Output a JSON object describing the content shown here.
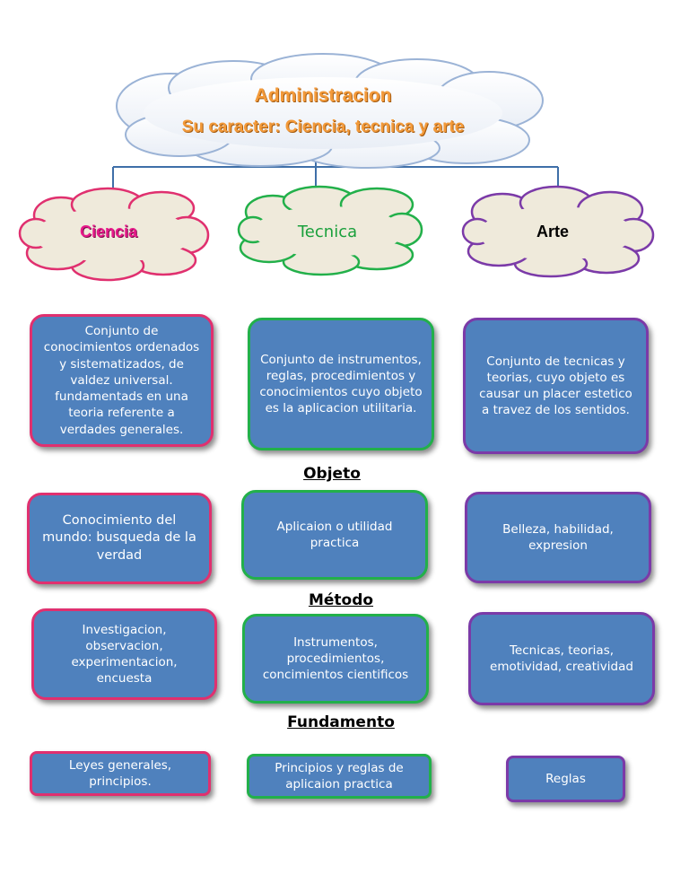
{
  "title": {
    "line1": "Administracion",
    "line2": "Su caracter: Ciencia, tecnica y arte"
  },
  "categories": [
    {
      "key": "ciencia",
      "label": "Ciencia",
      "color": "#e8198b",
      "border": "#e0306f"
    },
    {
      "key": "tecnica",
      "label": "Tecnica",
      "color": "#1aa03c",
      "border": "#22b04a"
    },
    {
      "key": "arte",
      "label": "Arte",
      "color": "#000000",
      "border": "#7b3aa8"
    }
  ],
  "definitions": {
    "ciencia": "Conjunto de conocimientos ordenados y sistematizados, de valdez universal. fundamentads en una teoria referente a verdades generales.",
    "tecnica": "Conjunto de instrumentos, reglas, procedimientos y conocimientos cuyo objeto es la aplicacion utilitaria.",
    "arte": "Conjunto de tecnicas y teorias, cuyo objeto es causar un placer estetico a travez de los sentidos."
  },
  "sections": {
    "objeto": "Objeto",
    "metodo": "Método",
    "fundamento": "Fundamento"
  },
  "objeto": {
    "ciencia": "Conocimiento del mundo: busqueda de la verdad",
    "tecnica": "Aplicaion o utilidad practica",
    "arte": "Belleza, habilidad, expresion"
  },
  "metodo": {
    "ciencia": "Investigacion, observacion, experimentacion, encuesta",
    "tecnica": "Instrumentos, procedimientos, concimientos cientificos",
    "arte": "Tecnicas, teorias, emotividad, creatividad"
  },
  "fundamento": {
    "ciencia": "Leyes generales, principios.",
    "tecnica": "Principios y reglas de aplicaion practica",
    "arte": "Reglas"
  },
  "colors": {
    "box_fill": "#4f81bd",
    "cloud_fill": "#efeadb",
    "title_cloud_border": "#9bb3d6",
    "connector": "#3f6fa8",
    "title_text": "#f39a3a"
  }
}
